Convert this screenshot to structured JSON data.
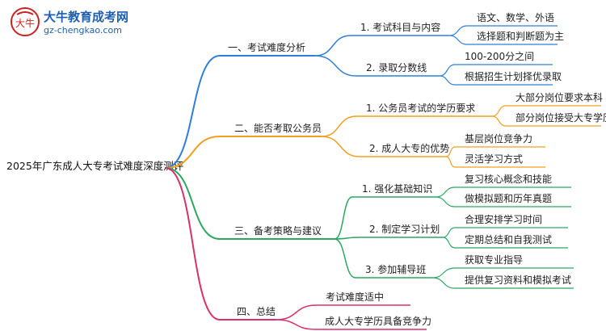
{
  "logo": {
    "title": "大牛教育成考网",
    "url": "gz-chengkao.com",
    "mark": "大牛"
  },
  "colors": {
    "branch1": "#2f7fd8",
    "branch2": "#f0a020",
    "branch3": "#2aa860",
    "branch4": "#d8306a"
  },
  "mindmap": {
    "root": "2025年广东成人大专考试难度深度测评",
    "branches": [
      {
        "label": "一、考试难度分析",
        "children": [
          {
            "label": "1. 考试科目与内容",
            "leaves": [
              "语文、数学、外语",
              "选择题和判断题为主"
            ]
          },
          {
            "label": "2. 录取分数线",
            "leaves": [
              "100-200分之间",
              "根据招生计划择优录取"
            ]
          }
        ]
      },
      {
        "label": "二、能否考取公务员",
        "children": [
          {
            "label": "1. 公务员考试的学历要求",
            "leaves": [
              "大部分岗位要求本科",
              "部分岗位接受大专学历"
            ]
          },
          {
            "label": "2. 成人大专的优势",
            "leaves": [
              "基层岗位竞争力",
              "灵活学习方式"
            ]
          }
        ]
      },
      {
        "label": "三、备考策略与建议",
        "children": [
          {
            "label": "1. 强化基础知识",
            "leaves": [
              "复习核心概念和技能",
              "做模拟题和历年真题"
            ]
          },
          {
            "label": "2. 制定学习计划",
            "leaves": [
              "合理安排学习时间",
              "定期总结和自我测试"
            ]
          },
          {
            "label": "3. 参加辅导班",
            "leaves": [
              "获取专业指导",
              "提供复习资料和模拟考试"
            ]
          }
        ]
      },
      {
        "label": "四、总结",
        "children": [
          {
            "label": "考试难度适中",
            "leaves": []
          },
          {
            "label": "成人大专学历具备竞争力",
            "leaves": []
          }
        ]
      }
    ]
  }
}
